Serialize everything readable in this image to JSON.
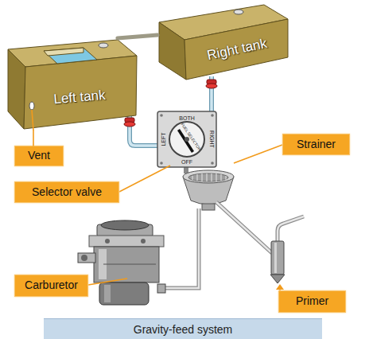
{
  "diagram": {
    "caption": "Gravity-feed system",
    "nodes": [
      {
        "text": [
          "Left tank"
        ]
      },
      {
        "text": [
          "Right tank"
        ]
      },
      {
        "text": [
          "Vent"
        ]
      },
      {
        "text": [
          "Strainer"
        ]
      },
      {
        "text": [
          "Selector valve"
        ]
      },
      {
        "text": [
          "Carburetor"
        ]
      },
      {
        "text": [
          "Primer"
        ]
      }
    ],
    "edges": [
      {
        "from": 2,
        "to": 0,
        "arrow": "none"
      },
      {
        "from": 0,
        "to": 1,
        "arrow": "none"
      }
    ],
    "labels": [
      "BOTH",
      "LEFT",
      "RIGHT",
      "OFF",
      "FUEL SELECTOR"
    ]
  }
}
